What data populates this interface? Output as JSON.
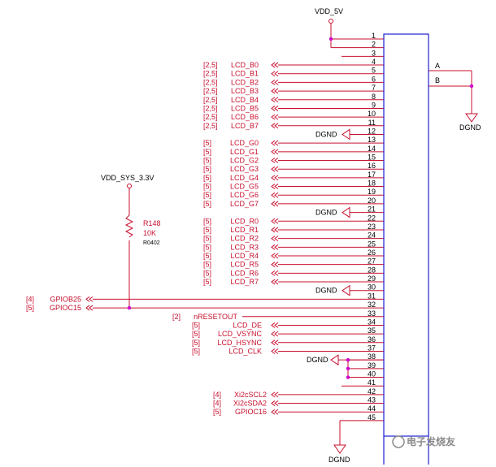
{
  "colors": {
    "wire": "#c8102e",
    "connector": "#1f1fd0",
    "junction": "#cc00cc",
    "text_red": "#c8102e",
    "text_black": "#000000"
  },
  "power": {
    "vdd_5v": "VDD_5V",
    "vdd_sys": "VDD_SYS_3.3V",
    "dgnd": "DGND"
  },
  "resistor": {
    "ref": "R148",
    "value": "10K",
    "package": "R0402"
  },
  "side_pins": {
    "a": "A",
    "b": "B"
  },
  "signals": [
    {
      "pin": 4,
      "ref": "[2,5]",
      "name": "LCD_B0"
    },
    {
      "pin": 5,
      "ref": "[2,5]",
      "name": "LCD_B1"
    },
    {
      "pin": 6,
      "ref": "[2,5]",
      "name": "LCD_B2"
    },
    {
      "pin": 7,
      "ref": "[2,5]",
      "name": "LCD_B3"
    },
    {
      "pin": 8,
      "ref": "[2,5]",
      "name": "LCD_B4"
    },
    {
      "pin": 9,
      "ref": "[2,5]",
      "name": "LCD_B5"
    },
    {
      "pin": 10,
      "ref": "[2,5]",
      "name": "LCD_B6"
    },
    {
      "pin": 11,
      "ref": "[2,5]",
      "name": "LCD_B7"
    },
    {
      "pin": 13,
      "ref": "[5]",
      "name": "LCD_G0"
    },
    {
      "pin": 14,
      "ref": "[5]",
      "name": "LCD_G1"
    },
    {
      "pin": 15,
      "ref": "[5]",
      "name": "LCD_G2"
    },
    {
      "pin": 16,
      "ref": "[5]",
      "name": "LCD_G3"
    },
    {
      "pin": 17,
      "ref": "[5]",
      "name": "LCD_G4"
    },
    {
      "pin": 18,
      "ref": "[5]",
      "name": "LCD_G5"
    },
    {
      "pin": 19,
      "ref": "[5]",
      "name": "LCD_G6"
    },
    {
      "pin": 20,
      "ref": "[5]",
      "name": "LCD_G7"
    },
    {
      "pin": 22,
      "ref": "[5]",
      "name": "LCD_R0"
    },
    {
      "pin": 23,
      "ref": "[5]",
      "name": "LCD_R1"
    },
    {
      "pin": 24,
      "ref": "[5]",
      "name": "LCD_R2"
    },
    {
      "pin": 25,
      "ref": "[5]",
      "name": "LCD_R3"
    },
    {
      "pin": 26,
      "ref": "[5]",
      "name": "LCD_R4"
    },
    {
      "pin": 27,
      "ref": "[5]",
      "name": "LCD_R5"
    },
    {
      "pin": 28,
      "ref": "[5]",
      "name": "LCD_R6"
    },
    {
      "pin": 29,
      "ref": "[5]",
      "name": "LCD_R7"
    },
    {
      "pin": 34,
      "ref": "[5]",
      "name": "LCD_DE"
    },
    {
      "pin": 35,
      "ref": "[5]",
      "name": "LCD_VSYNC"
    },
    {
      "pin": 36,
      "ref": "[5]",
      "name": "LCD_HSYNC"
    },
    {
      "pin": 37,
      "ref": "[5]",
      "name": "LCD_CLK"
    },
    {
      "pin": 42,
      "ref": "[4]",
      "name": "Xi2cSCL2"
    },
    {
      "pin": 43,
      "ref": "[4]",
      "name": "Xi2cSDA2"
    },
    {
      "pin": 44,
      "ref": "[5]",
      "name": "GPIOC16"
    }
  ],
  "gpio": [
    {
      "pin": 31,
      "ref": "[4]",
      "name": "GPIOB25"
    },
    {
      "pin": 32,
      "ref": "[5]",
      "name": "GPIOC15"
    }
  ],
  "reset": {
    "pin": 33,
    "ref": "[2]",
    "name": "nRESETOUT"
  },
  "ground_pins": [
    12,
    21,
    30,
    38
  ],
  "pin_count": 45,
  "watermark": "电子发烧友"
}
